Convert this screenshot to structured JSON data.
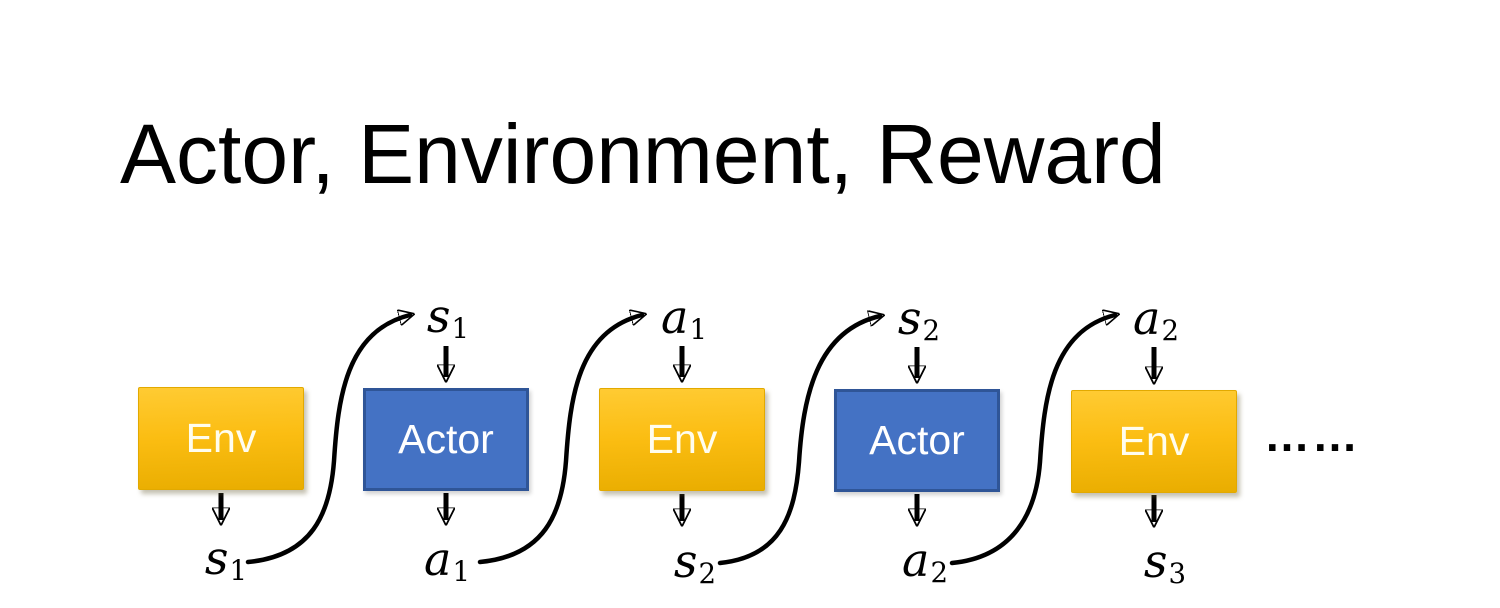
{
  "title": "Actor, Environment, Reward",
  "diagram": {
    "boxes": [
      {
        "type": "env",
        "label": "Env"
      },
      {
        "type": "actor",
        "label": "Actor"
      },
      {
        "type": "env",
        "label": "Env"
      },
      {
        "type": "actor",
        "label": "Actor"
      },
      {
        "type": "env",
        "label": "Env"
      }
    ],
    "top_labels": [
      {
        "base": "s",
        "sub": "1"
      },
      {
        "base": "a",
        "sub": "1"
      },
      {
        "base": "s",
        "sub": "2"
      },
      {
        "base": "a",
        "sub": "2"
      }
    ],
    "bottom_labels": [
      {
        "base": "s",
        "sub": "1"
      },
      {
        "base": "a",
        "sub": "1"
      },
      {
        "base": "s",
        "sub": "2"
      },
      {
        "base": "a",
        "sub": "2"
      },
      {
        "base": "s",
        "sub": "3"
      }
    ],
    "ellipsis": "……"
  },
  "colors": {
    "env_gradient_top": "#FFCB33",
    "env_gradient_bottom": "#E9AD00",
    "env_text": "#FFFDEE",
    "actor_fill": "#4472C4",
    "actor_border": "#2F5597",
    "actor_text": "#FFFFFF",
    "arrow_color": "#000000",
    "title_color": "#000000"
  }
}
